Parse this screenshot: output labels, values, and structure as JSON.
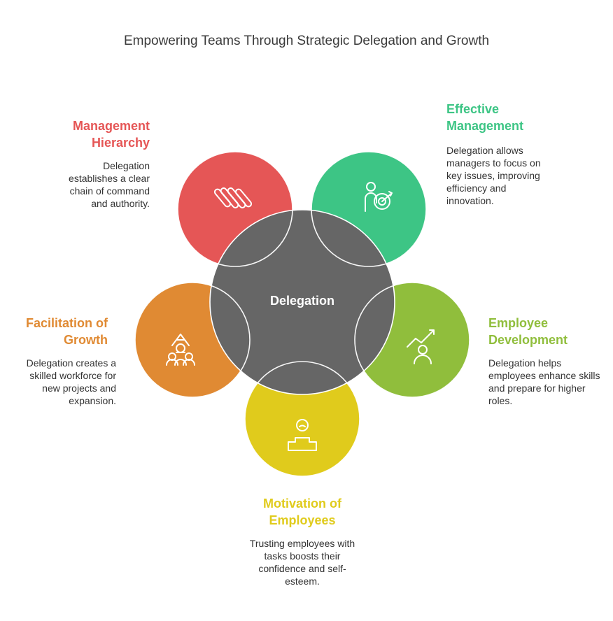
{
  "title": "Empowering Teams Through Strategic Delegation and Growth",
  "hub": {
    "label": "Delegation",
    "color": "#666666"
  },
  "nodes": [
    {
      "id": "management-hierarchy",
      "title": "Management Hierarchy",
      "description": "Delegation establishes a clear chain of command and authority.",
      "color": "#E55656",
      "icon": "striped-bars-icon"
    },
    {
      "id": "effective-management",
      "title": "Effective Management",
      "description": "Delegation allows managers to focus on key issues, improving efficiency and innovation.",
      "color": "#3DC585",
      "icon": "person-target-icon"
    },
    {
      "id": "employee-development",
      "title": "Employee Development",
      "description": "Delegation helps employees enhance skills and prepare for higher roles.",
      "color": "#90BE3C",
      "icon": "person-growth-chart-icon"
    },
    {
      "id": "motivation-of-employees",
      "title": "Motivation of Employees",
      "description": "Trusting employees with tasks boosts their confidence and self-esteem.",
      "color": "#E0CB1C",
      "icon": "person-podium-icon"
    },
    {
      "id": "facilitation-of-growth",
      "title": "Facilitation of Growth",
      "description": "Delegation creates a skilled workforce for new projects and expansion.",
      "color": "#E08A33",
      "icon": "team-growth-icon"
    }
  ]
}
